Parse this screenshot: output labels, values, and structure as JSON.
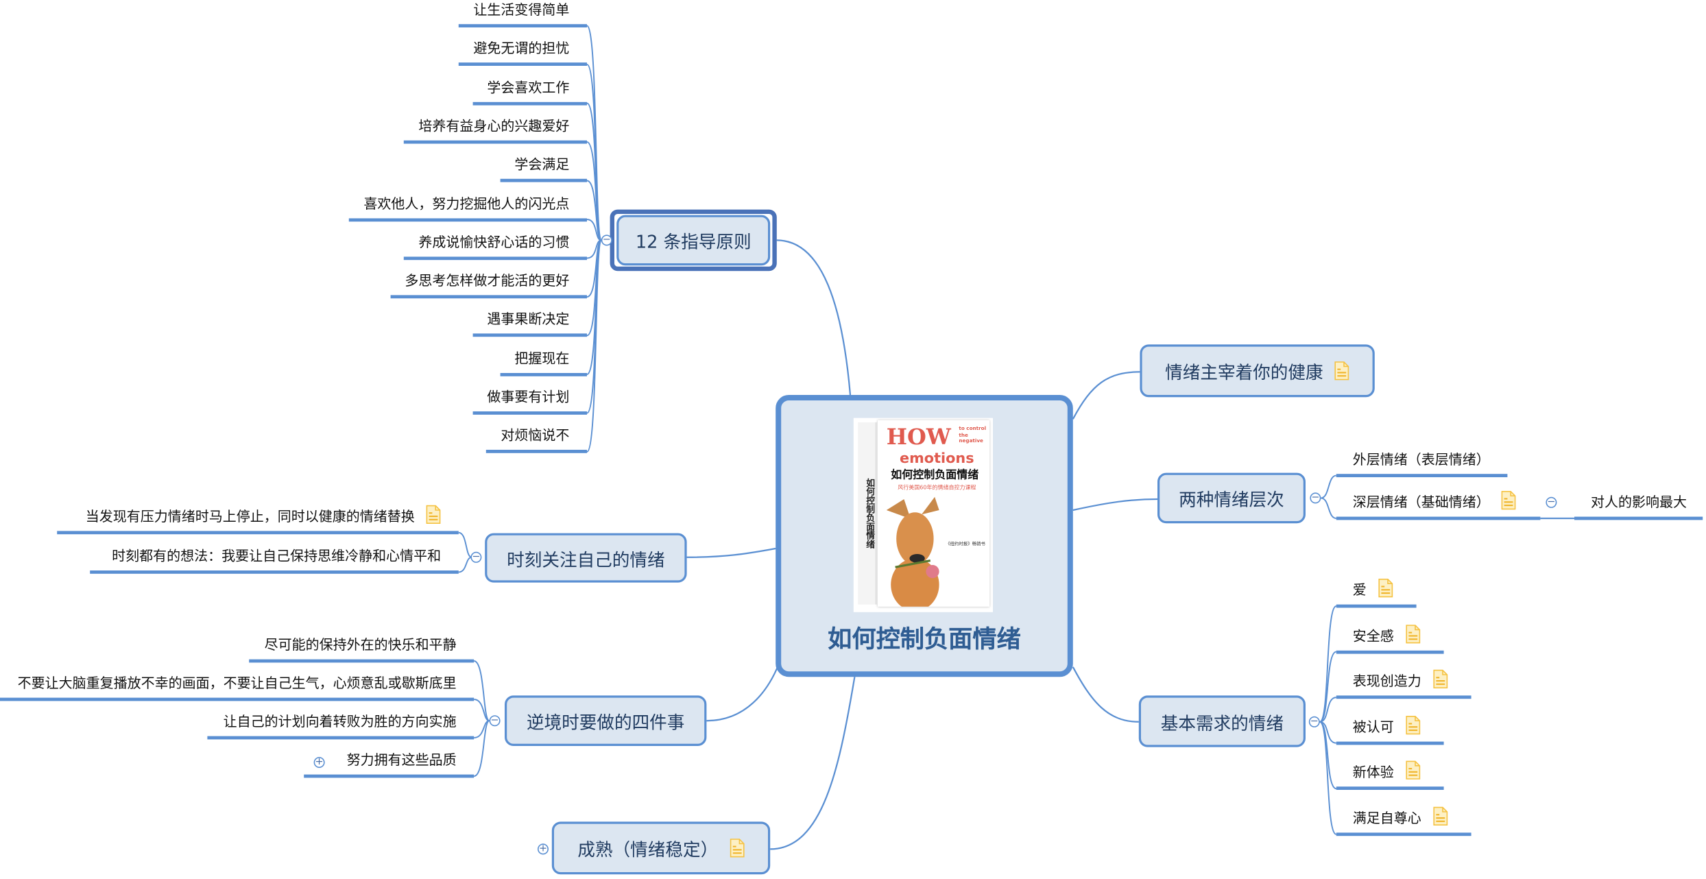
{
  "central": {
    "title": "如何控制负面情绪",
    "book_cover": {
      "how": "HOW",
      "to_control": "to control the negative",
      "emotions": "emotions",
      "title": "如何控制负面情绪",
      "subtitle": "风行美国60年的情绪自控力课程",
      "badge": "《纽约时报》畅销书"
    }
  },
  "colors": {
    "line": "#5a8fd2",
    "topic_fill": "#dce6f1",
    "topic_text": "#1f3a5f",
    "note": "#f5c242",
    "selected_border": "#4a72b8"
  },
  "topics": {
    "principles": {
      "label": "12 条指导原则",
      "selected": true,
      "expanded": true,
      "children": [
        "让生活变得简单",
        "避免无谓的担忧",
        "学会喜欢工作",
        "培养有益身心的兴趣爱好",
        "学会满足",
        "喜欢他人，努力挖掘他人的闪光点",
        "养成说愉快舒心话的习惯",
        "多思考怎样做才能活的更好",
        "遇事果断决定",
        "把握现在",
        "做事要有计划",
        "对烦恼说不"
      ]
    },
    "attention": {
      "label": "时刻关注自己的情绪",
      "expanded": true,
      "children": [
        {
          "label": "当发现有压力情绪时马上停止，同时以健康的情绪替换",
          "note": true
        },
        {
          "label": "时刻都有的想法：我要让自己保持思维冷静和心情平和",
          "note": false
        }
      ]
    },
    "adversity": {
      "label": "逆境时要做的四件事",
      "expanded": true,
      "children": [
        {
          "label": "尽可能的保持外在的快乐和平静",
          "collapsed": false
        },
        {
          "label": "不要让大脑重复播放不幸的画面，不要让自己生气，心烦意乱或歇斯底里",
          "collapsed": false
        },
        {
          "label": "让自己的计划向着转败为胜的方向实施",
          "collapsed": false
        },
        {
          "label": "努力拥有这些品质",
          "collapsed": true
        }
      ]
    },
    "maturity": {
      "label": "成熟（情绪稳定）",
      "note": true,
      "collapsed": true
    },
    "health": {
      "label": "情绪主宰着你的健康",
      "note": true
    },
    "levels": {
      "label": "两种情绪层次",
      "expanded": true,
      "children": [
        {
          "label": "外层情绪（表层情绪）",
          "note": false
        },
        {
          "label": "深层情绪（基础情绪）",
          "note": true,
          "expanded": true,
          "children": [
            "对人的影响最大"
          ]
        }
      ]
    },
    "needs": {
      "label": "基本需求的情绪",
      "expanded": true,
      "children": [
        {
          "label": "爱",
          "note": true
        },
        {
          "label": "安全感",
          "note": true
        },
        {
          "label": "表现创造力",
          "note": true
        },
        {
          "label": "被认可",
          "note": true
        },
        {
          "label": "新体验",
          "note": true
        },
        {
          "label": "满足自尊心",
          "note": true
        }
      ]
    }
  }
}
